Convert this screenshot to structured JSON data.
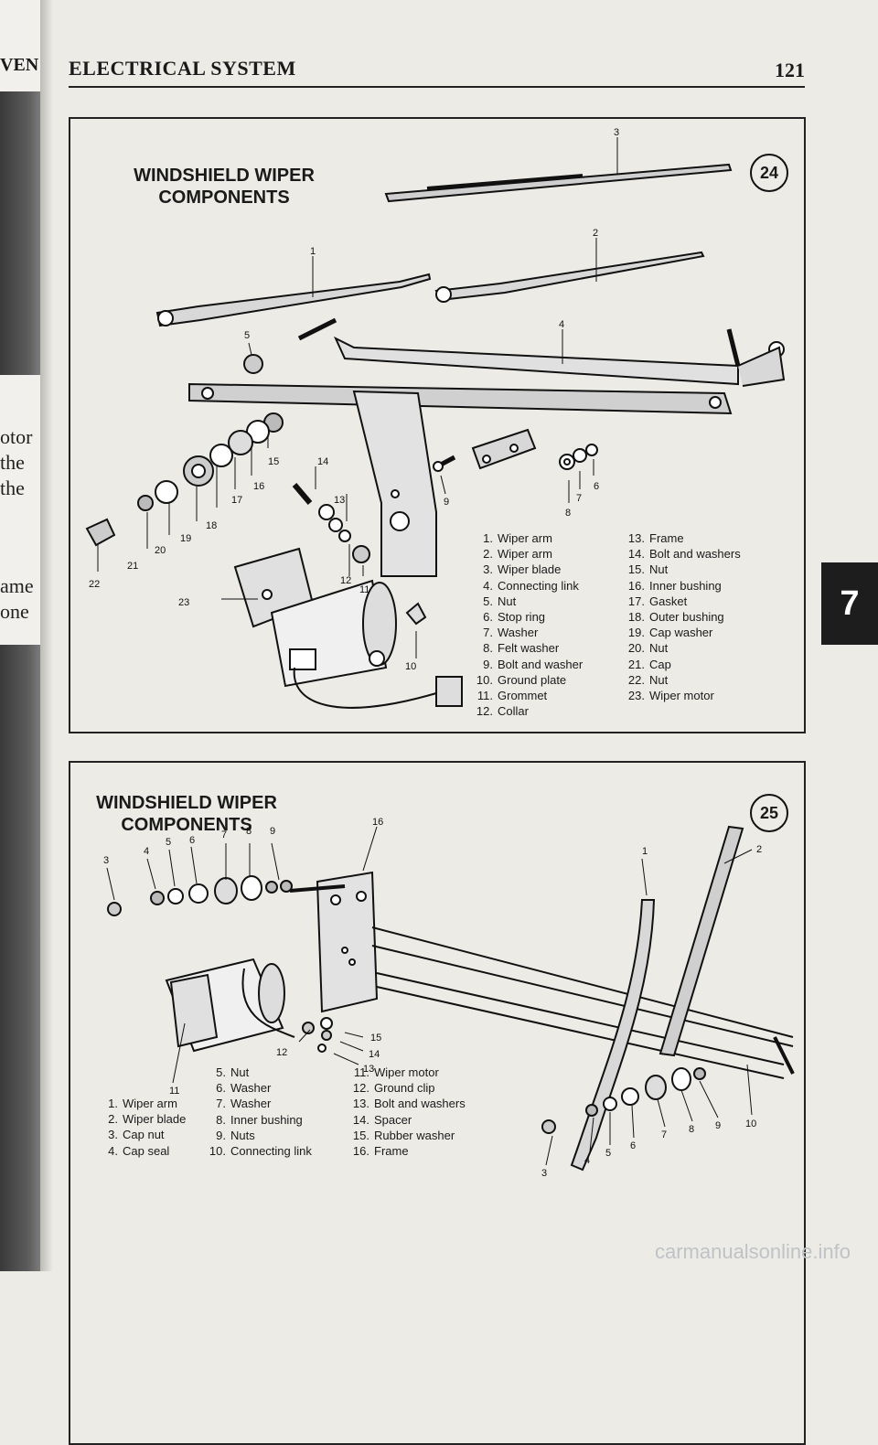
{
  "page": {
    "prev_header": "VEN",
    "section_title": "ELECTRICAL SYSTEM",
    "page_number": "121",
    "side_tab": "7",
    "prev_words": [
      "otor",
      "the",
      "the",
      "ame",
      "one"
    ],
    "watermark": "carmanualsonline.info"
  },
  "figure24": {
    "badge": "24",
    "title_line1": "WINDSHIELD WIPER",
    "title_line2": "COMPONENTS",
    "callouts": [
      "1",
      "2",
      "3",
      "4",
      "5",
      "6",
      "7",
      "8",
      "9",
      "10",
      "11",
      "12",
      "13",
      "14",
      "15",
      "16",
      "17",
      "18",
      "19",
      "20",
      "21",
      "22",
      "23"
    ],
    "legend_left": [
      {
        "n": "1.",
        "t": "Wiper arm"
      },
      {
        "n": "2.",
        "t": "Wiper arm"
      },
      {
        "n": "3.",
        "t": "Wiper blade"
      },
      {
        "n": "4.",
        "t": "Connecting link"
      },
      {
        "n": "5.",
        "t": "Nut"
      },
      {
        "n": "6.",
        "t": "Stop ring"
      },
      {
        "n": "7.",
        "t": "Washer"
      },
      {
        "n": "8.",
        "t": "Felt washer"
      },
      {
        "n": "9.",
        "t": "Bolt and washer"
      },
      {
        "n": "10.",
        "t": "Ground plate"
      },
      {
        "n": "11.",
        "t": "Grommet"
      },
      {
        "n": "12.",
        "t": "Collar"
      }
    ],
    "legend_right": [
      {
        "n": "13.",
        "t": "Frame"
      },
      {
        "n": "14.",
        "t": "Bolt and washers"
      },
      {
        "n": "15.",
        "t": "Nut"
      },
      {
        "n": "16.",
        "t": "Inner bushing"
      },
      {
        "n": "17.",
        "t": "Gasket"
      },
      {
        "n": "18.",
        "t": "Outer bushing"
      },
      {
        "n": "19.",
        "t": "Cap washer"
      },
      {
        "n": "20.",
        "t": "Nut"
      },
      {
        "n": "21.",
        "t": "Cap"
      },
      {
        "n": "22.",
        "t": "Nut"
      },
      {
        "n": "23.",
        "t": "Wiper motor"
      }
    ]
  },
  "figure25": {
    "badge": "25",
    "title_line1": "WINDSHIELD WIPER",
    "title_line2": "COMPONENTS",
    "callouts": [
      "1",
      "2",
      "3",
      "4",
      "5",
      "6",
      "7",
      "8",
      "9",
      "10",
      "11",
      "12",
      "13",
      "14",
      "15",
      "16"
    ],
    "legend_col1": [
      {
        "n": "1.",
        "t": "Wiper arm"
      },
      {
        "n": "2.",
        "t": "Wiper blade"
      },
      {
        "n": "3.",
        "t": "Cap nut"
      },
      {
        "n": "4.",
        "t": "Cap seal"
      }
    ],
    "legend_col2": [
      {
        "n": "5.",
        "t": "Nut"
      },
      {
        "n": "6.",
        "t": "Washer"
      },
      {
        "n": "7.",
        "t": "Washer"
      },
      {
        "n": "8.",
        "t": "Inner bushing"
      },
      {
        "n": "9.",
        "t": "Nuts"
      },
      {
        "n": "10.",
        "t": "Connecting link"
      }
    ],
    "legend_col3": [
      {
        "n": "11.",
        "t": "Wiper motor"
      },
      {
        "n": "12.",
        "t": "Ground clip"
      },
      {
        "n": "13.",
        "t": "Bolt and washers"
      },
      {
        "n": "14.",
        "t": "Spacer"
      },
      {
        "n": "15.",
        "t": "Rubber washer"
      },
      {
        "n": "16.",
        "t": "Frame"
      }
    ]
  }
}
